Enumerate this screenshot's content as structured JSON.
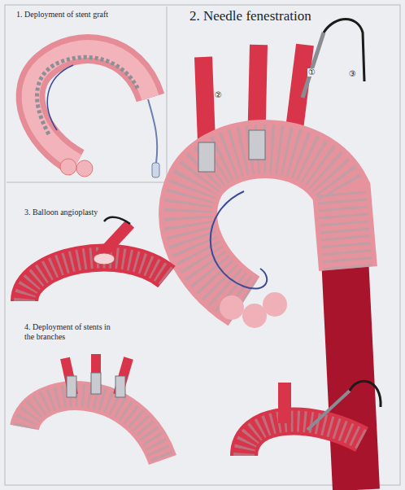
{
  "diagram": {
    "nodes": [
      {
        "text": [
          "1. Deployment of stent graft"
        ]
      },
      {
        "text": [
          "2. Needle fenestration"
        ]
      },
      {
        "text": [
          "3. Balloon angioplasty"
        ]
      },
      {
        "text": [
          "4. Deployment of stents in the branches"
        ]
      }
    ],
    "labels": [
      "①",
      "②",
      "③"
    ]
  }
}
